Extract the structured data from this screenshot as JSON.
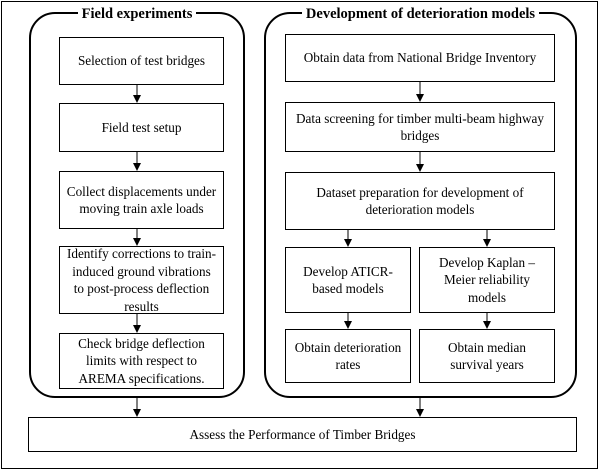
{
  "panels": {
    "field": {
      "title": "Field experiments",
      "steps": [
        "Selection of test bridges",
        "Field test setup",
        "Collect displacements under moving train axle loads",
        "Identify corrections to train-induced ground vibrations to post-process deflection results",
        "Check bridge deflection limits with respect to AREMA specifications."
      ]
    },
    "models": {
      "title": "Development of deterioration models",
      "steps": [
        "Obtain data from National Bridge Inventory",
        "Data screening for timber multi-beam highway bridges",
        "Dataset preparation for development of deterioration models"
      ],
      "left_branch": [
        "Develop ATICR-based models",
        "Obtain deterioration rates"
      ],
      "right_branch": [
        "Develop Kaplan – Meier reliability models",
        "Obtain median survival years"
      ]
    }
  },
  "final": "Assess the Performance of Timber Bridges"
}
